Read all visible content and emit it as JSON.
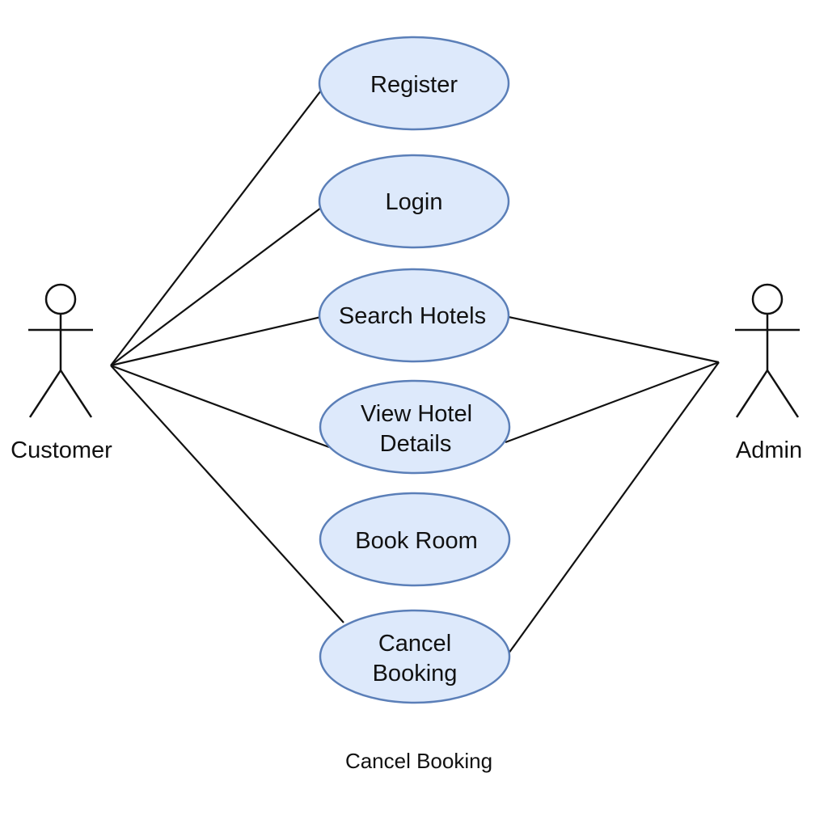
{
  "actors": {
    "customer": {
      "label": "Customer"
    },
    "admin": {
      "label": "Admin"
    }
  },
  "use_cases": {
    "register": {
      "lines": [
        "Register"
      ]
    },
    "login": {
      "lines": [
        "Login"
      ]
    },
    "search_hotels": {
      "lines": [
        "Search Hotels"
      ]
    },
    "view_hotel_details": {
      "lines": [
        "View Hotel",
        "Details"
      ]
    },
    "book_room": {
      "lines": [
        "Book Room"
      ]
    },
    "cancel_booking": {
      "lines": [
        "Cancel",
        "Booking"
      ]
    }
  },
  "associations": [
    {
      "from": "customer",
      "to": "register"
    },
    {
      "from": "customer",
      "to": "login"
    },
    {
      "from": "customer",
      "to": "search_hotels"
    },
    {
      "from": "customer",
      "to": "view_hotel_details"
    },
    {
      "from": "customer",
      "to": "cancel_booking"
    },
    {
      "from": "admin",
      "to": "search_hotels"
    },
    {
      "from": "admin",
      "to": "view_hotel_details"
    },
    {
      "from": "admin",
      "to": "cancel_booking"
    }
  ],
  "caption": "Cancel Booking",
  "colors": {
    "use_case_fill": "#dde9fb",
    "use_case_stroke": "#5b7fb8",
    "line": "#111111"
  }
}
